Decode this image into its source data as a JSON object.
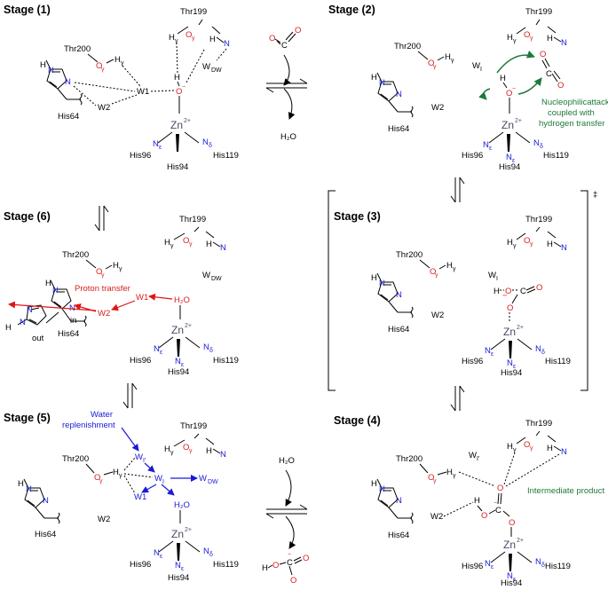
{
  "stages": {
    "s1": "Stage (1)",
    "s2": "Stage (2)",
    "s3": "Stage (3)",
    "s4": "Stage (4)",
    "s5": "Stage (5)",
    "s6": "Stage (6)"
  },
  "residues": {
    "thr199": "Thr199",
    "thr200": "Thr200",
    "his64": "His64",
    "his96": "His96",
    "his94": "His94",
    "his119": "His119"
  },
  "atoms": {
    "zn": "Zn",
    "zn_charge": "2+",
    "n": "N",
    "h": "H",
    "o": "O",
    "c": "C",
    "minus": "−",
    "gamma": "γ",
    "epsilon": "ε",
    "delta": "δ"
  },
  "waters": {
    "w1": "W1",
    "w2": "W2",
    "wdw": "W",
    "wdw_sub": "DW",
    "wi": "W",
    "wi_sub": "I",
    "wi_prime_sub": "I'"
  },
  "molecules": {
    "h2o": "H₂O",
    "h2o_h": "H",
    "h2o_o": "O",
    "h2o_sub": "2"
  },
  "annotations": {
    "nucleophilic": [
      "Nucleophilicattack",
      "coupled with",
      "hydrogen transfer"
    ],
    "proton_transfer": "Proton transfer",
    "water_replenishment": [
      "Water",
      "replenishment"
    ],
    "intermediate": "Intermediate product",
    "in": "in",
    "out": "out",
    "ts": "‡"
  },
  "colors": {
    "red": "#d92020",
    "blue": "#1a1ad6",
    "green": "#1d7a3a",
    "zinc": "#4a4a66"
  }
}
